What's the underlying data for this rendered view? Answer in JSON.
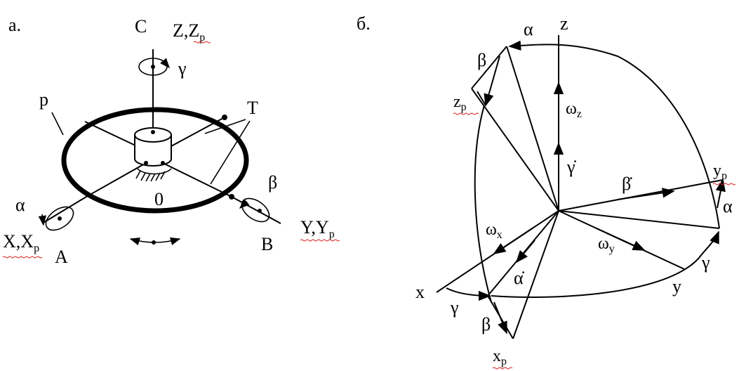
{
  "panel_a": {
    "caption": "а.",
    "C": "C",
    "Z": "Z,Z",
    "Z_sub": "p",
    "gamma": "γ",
    "p": "p",
    "T": "T",
    "beta": "β",
    "alpha": "α",
    "zero": "0",
    "X": "X,X",
    "X_sub": "p",
    "A": "A",
    "Y": "Y,Y",
    "Y_sub": "p",
    "B": "B"
  },
  "panel_b": {
    "caption": "б.",
    "alpha_top": "α",
    "z": "z",
    "beta_top": "β",
    "zp": "z",
    "zp_sub": "p",
    "omega_z": "ω",
    "omega_z_sub": "z",
    "gamma_dot": "γ̇",
    "beta_dot": "β̇",
    "yp": "y",
    "yp_sub": "p",
    "alpha_right": "α",
    "omega_x": "ω",
    "omega_x_sub": "x",
    "omega_y": "ω",
    "omega_y_sub": "y",
    "gamma_right": "γ",
    "alpha_dot": "α̇",
    "y": "y",
    "x": "x",
    "gamma_left": "γ",
    "beta_bottom": "β",
    "xp": "x",
    "xp_sub": "p"
  }
}
